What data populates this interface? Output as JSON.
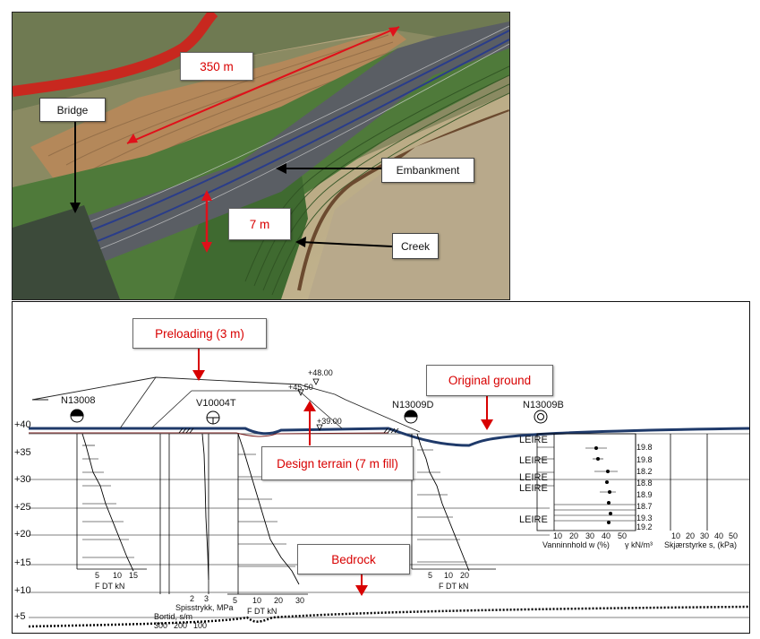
{
  "photo": {
    "labels": {
      "length": "350 m",
      "bridge": "Bridge",
      "embankment": "Embankment",
      "height": "7 m",
      "creek": "Creek"
    }
  },
  "section": {
    "callouts": {
      "preloading": "Preloading (3 m)",
      "original_ground": "Original ground",
      "design_terrain": "Design terrain (7 m fill)",
      "bedrock": "Bedrock"
    },
    "boreholes": [
      "N13008",
      "V10004T",
      "N13009D",
      "N13009B"
    ],
    "levels": [
      "+48.00",
      "+45.50",
      "+39.00"
    ],
    "elevation_ticks": [
      "+40",
      "+35",
      "+30",
      "+25",
      "+20",
      "+15",
      "+10",
      "+5"
    ],
    "soil_label": "LEIRE",
    "unit_weights": [
      "19.8",
      "19.8",
      "18.2",
      "18.8",
      "18.9",
      "18.7",
      "19.3",
      "19.2"
    ],
    "axis_labels": {
      "water_content": "Vanninnhold w (%)",
      "unit_weight": "γ kN/m³",
      "shear_strength": "Skjærstyrke s, (kPa)",
      "fdt_kn_1": "F DT kN",
      "fdt_kn_2": "F DT kN",
      "fdt_kn_3": "F DT kN",
      "pore_pressure": "Spisstrykk, MPa",
      "bortid": "Bortid, s/m"
    },
    "fdt_scale": [
      "5",
      "10",
      "15",
      "20"
    ],
    "cpt_scale": [
      "5",
      "10",
      "20",
      "30"
    ],
    "mpa_scale": [
      "2",
      "3"
    ],
    "bortid_scale": [
      "300",
      "200",
      "100"
    ],
    "lab_scale_water": [
      "10",
      "20",
      "30",
      "40",
      "50"
    ],
    "lab_scale_shear": [
      "10",
      "20",
      "30",
      "40",
      "50"
    ]
  },
  "colors": {
    "red": "#d80000",
    "ground": "#1f3a6a"
  }
}
